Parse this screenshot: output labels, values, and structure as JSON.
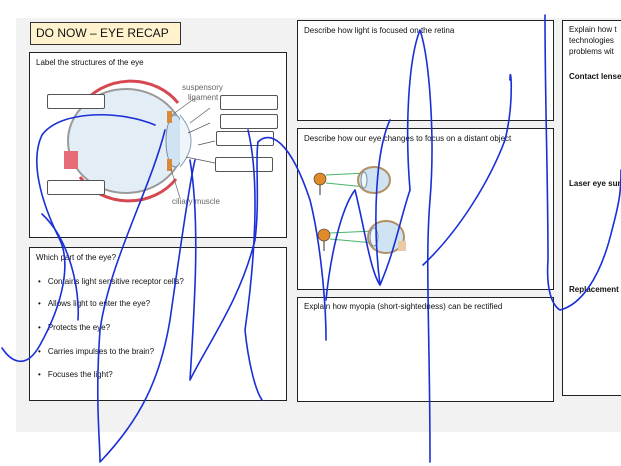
{
  "title": "DO NOW – EYE RECAP",
  "eye_box": {
    "prompt": "Label the structures of the eye",
    "annotations": {
      "suspensory": "suspensory",
      "ligament": "ligament",
      "ciliary": "ciliary muscle"
    }
  },
  "which_part": {
    "heading": "Which part of the eye?",
    "questions": [
      "Contains light sensitive receptor cells?",
      "Allows light to enter the eye?",
      "Protects the eye?",
      "Carries impulses to the brain?",
      "Focuses the light?"
    ]
  },
  "middle": {
    "q1": "Describe how light is focused on the retina",
    "q2": "Describe how our eye changes to focus on a distant object",
    "q3": "Explain how myopia (short-sightedness) can be rectified"
  },
  "right": {
    "intro_lines": [
      "Explain how t",
      "technologies",
      "problems wit"
    ],
    "contact": "Contact lense",
    "laser": "Laser eye sur",
    "replacement": "Replacement"
  },
  "colors": {
    "title_bg": "#fff2cc",
    "ink": "#1a2fd6"
  }
}
